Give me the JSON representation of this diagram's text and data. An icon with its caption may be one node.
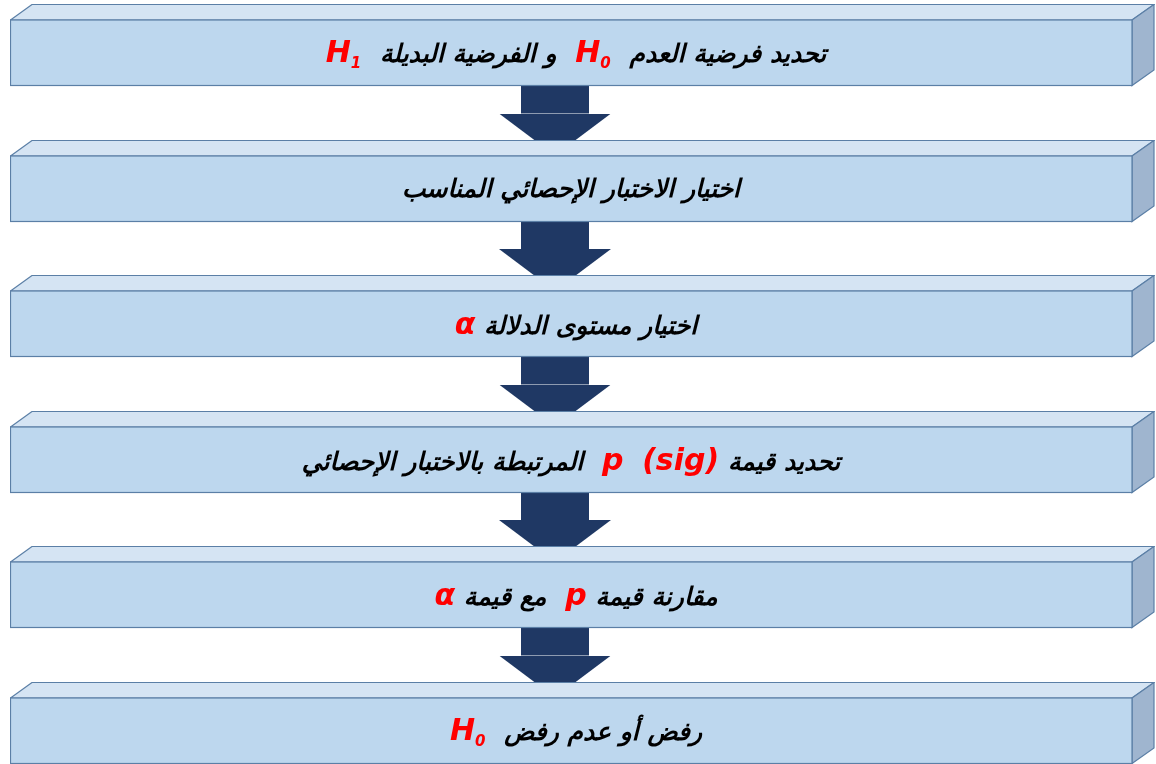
{
  "diagram": {
    "nodes": [
      {
        "text": [
          "تحديد فرضية العدم *H*$_{0}$ و الفرضية البديلة *H*$_{1}$"
        ]
      },
      {
        "text": [
          "اختيار الاختبار الإحصائي المناسب"
        ]
      },
      {
        "text": [
          "اختيار مستوى الدلالة *α*"
        ]
      },
      {
        "text": [
          "تحديد قيمة *p* *(sig)* المرتبطة بالاختبار الإحصائي"
        ]
      },
      {
        "text": [
          "مقارنة قيمة *p* مع قيمة *α*"
        ]
      },
      {
        "text": [
          "رفض أو عدم رفض *H*$_{0}$"
        ]
      }
    ],
    "edges": [
      {
        "from": 0,
        "to": 1,
        "arrow": "to"
      },
      {
        "from": 1,
        "to": 2,
        "arrow": "to"
      },
      {
        "from": 2,
        "to": 3,
        "arrow": "to"
      },
      {
        "from": 3,
        "to": 4,
        "arrow": "to"
      },
      {
        "from": 4,
        "to": 5,
        "arrow": "to"
      }
    ]
  }
}
